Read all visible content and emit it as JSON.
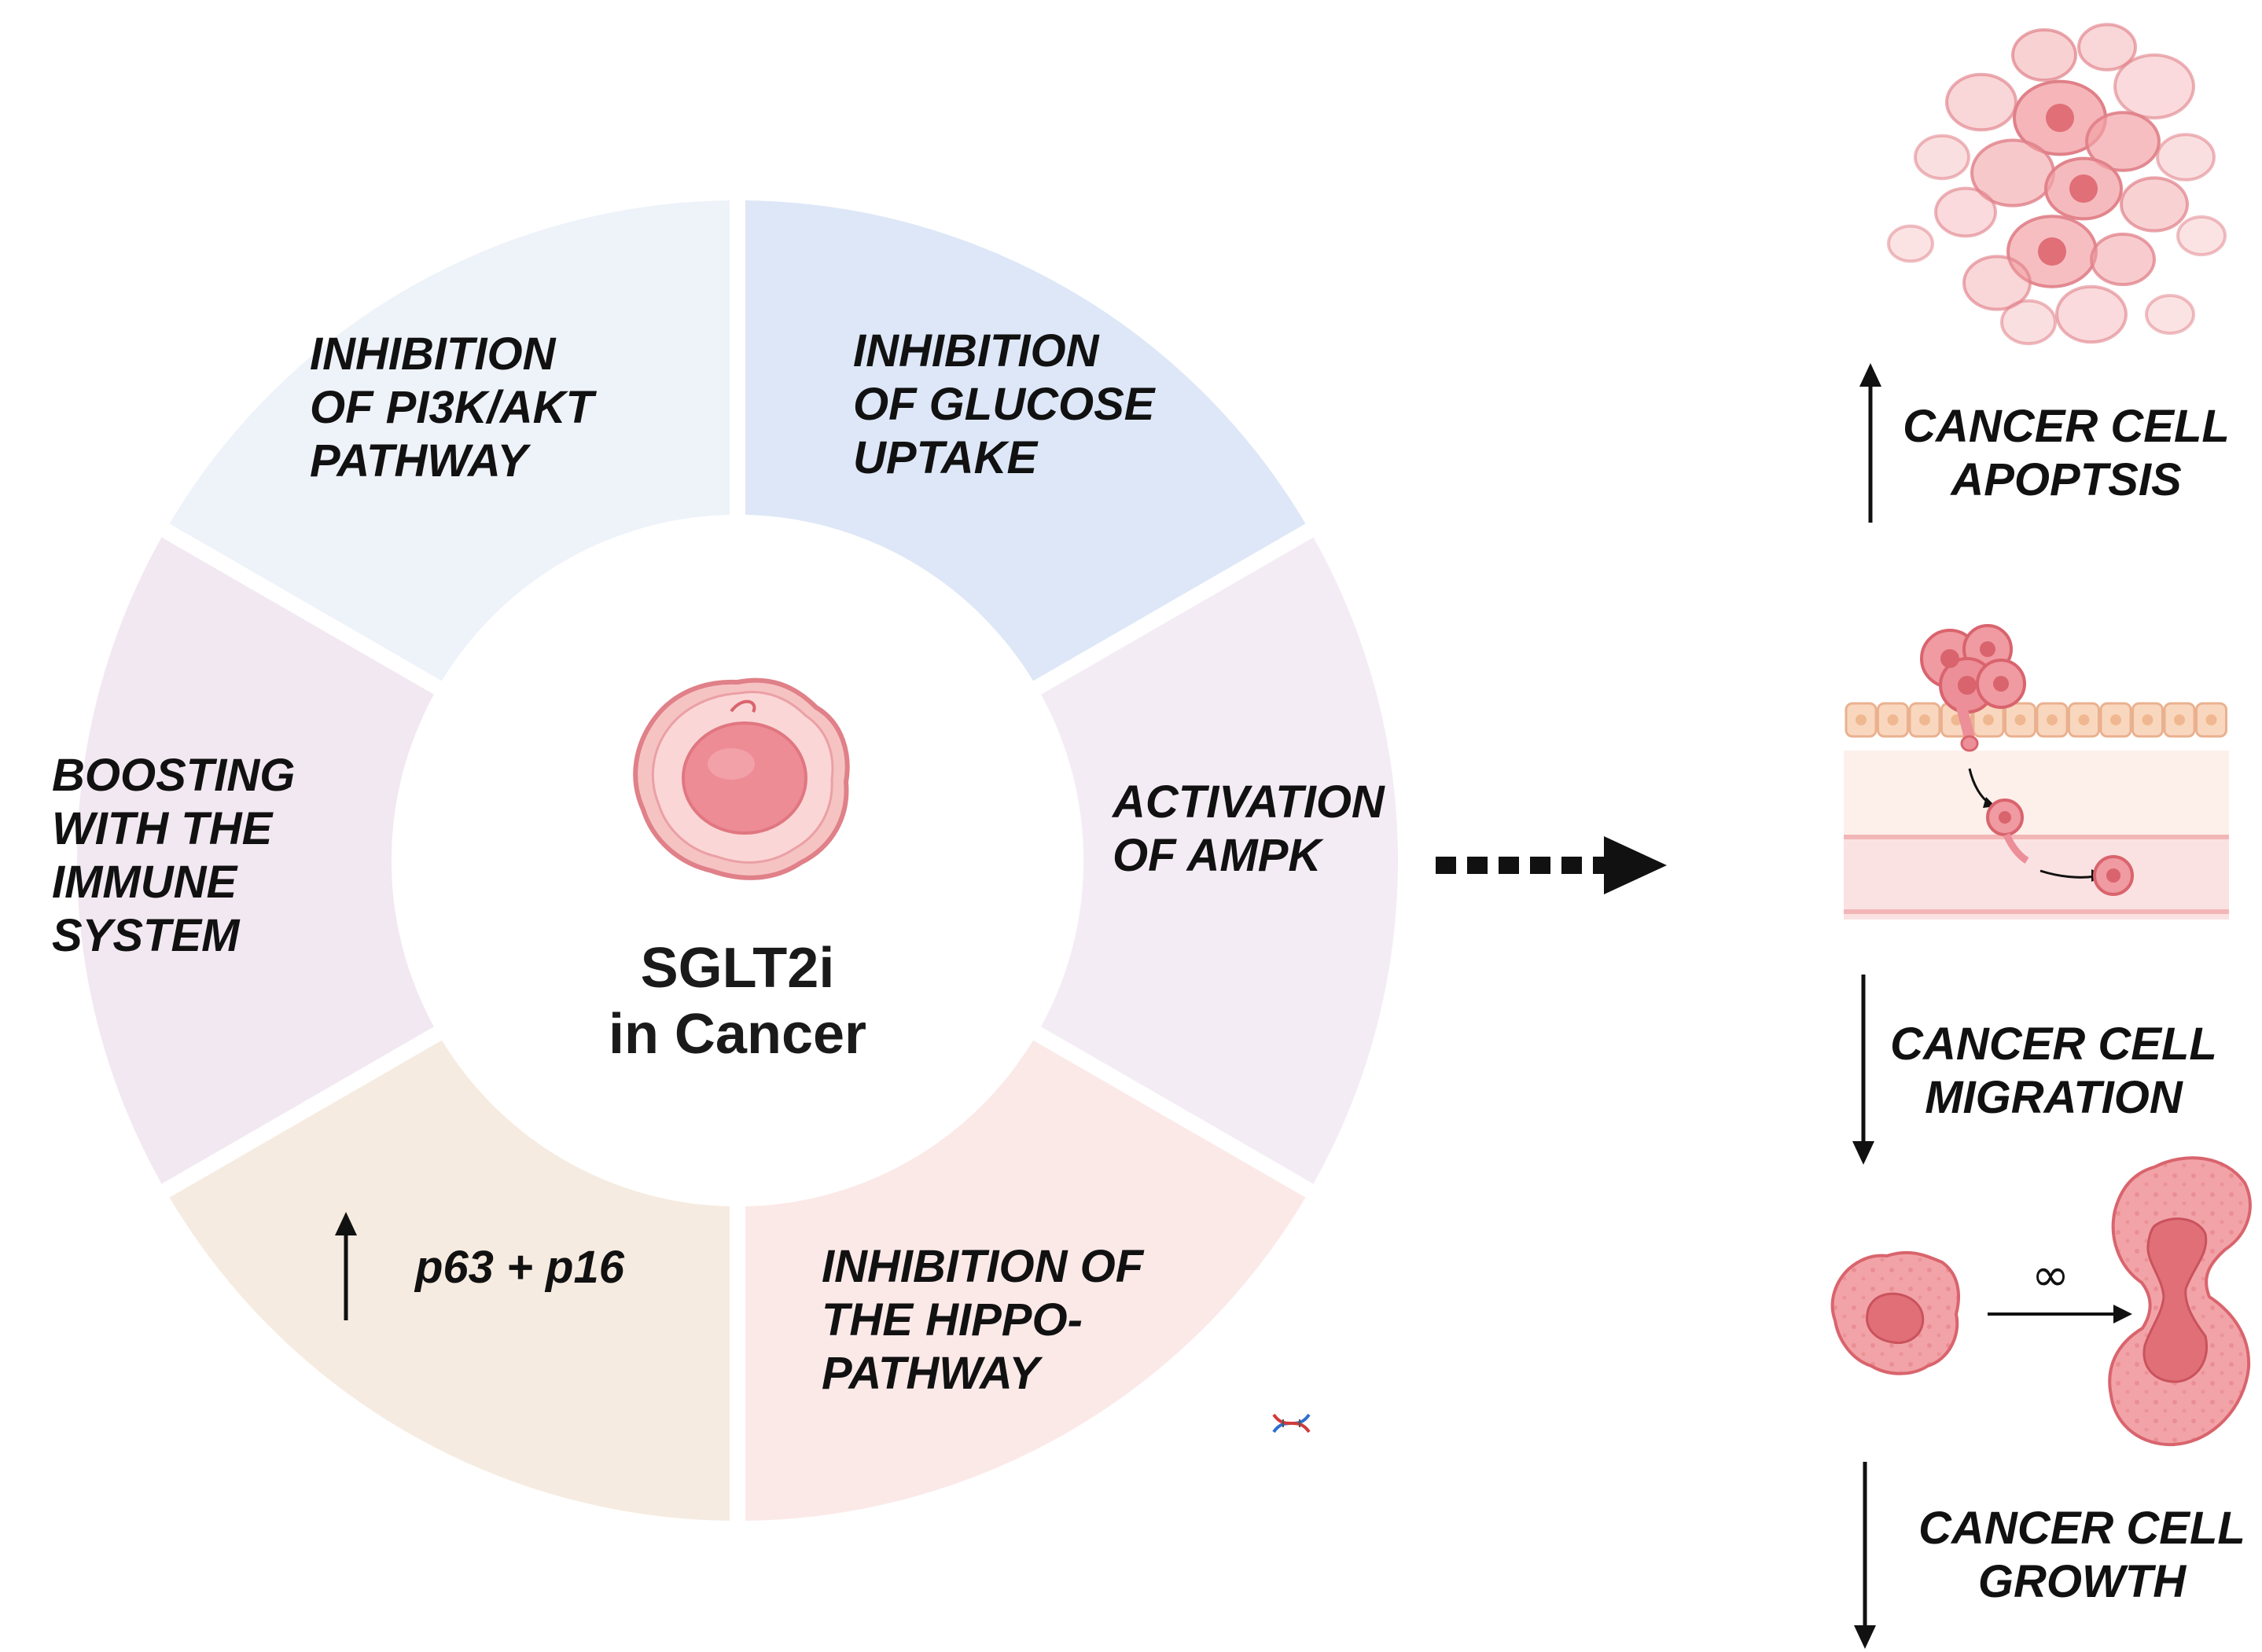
{
  "center": {
    "line1": "SGLT2i",
    "line2": "in Cancer"
  },
  "segments": [
    {
      "id": "pi3k",
      "lines": [
        "INHIBITION",
        "OF PI3K/AKT",
        "PATHWAY"
      ],
      "color": "#eef2f9"
    },
    {
      "id": "glucose",
      "lines": [
        "INHIBITION",
        "OF GLUCOSE",
        "UPTAKE"
      ],
      "color": "#dde7f7"
    },
    {
      "id": "ampk",
      "lines": [
        "ACTIVATION",
        "OF AMPK"
      ],
      "color": "#f4ecf5"
    },
    {
      "id": "hippo",
      "lines": [
        "INHIBITION OF",
        "THE HIPPO-",
        "PATHWAY"
      ],
      "color": "#fbe9e8"
    },
    {
      "id": "p63",
      "lines": [
        "p63 + p16"
      ],
      "color": "#f6ebe0"
    },
    {
      "id": "immune",
      "lines": [
        "BOOSTING",
        "WITH THE",
        "IMMUNE",
        "SYSTEM"
      ],
      "color": "#f2e8f1"
    }
  ],
  "outcomes": {
    "apoptosis": {
      "lines": [
        "CANCER CELL",
        "APOPTSIS"
      ],
      "direction": "up"
    },
    "migration": {
      "lines": [
        "CANCER CELL",
        "MIGRATION"
      ],
      "direction": "down"
    },
    "growth": {
      "lines": [
        "CANCER CELL",
        "GROWTH"
      ],
      "direction": "down"
    }
  },
  "division_symbol": "∞",
  "colors": {
    "cell_fill": "#f2a3a7",
    "cell_dark": "#e2737b",
    "cell_stroke": "#d9646d",
    "arrow": "#111111"
  }
}
